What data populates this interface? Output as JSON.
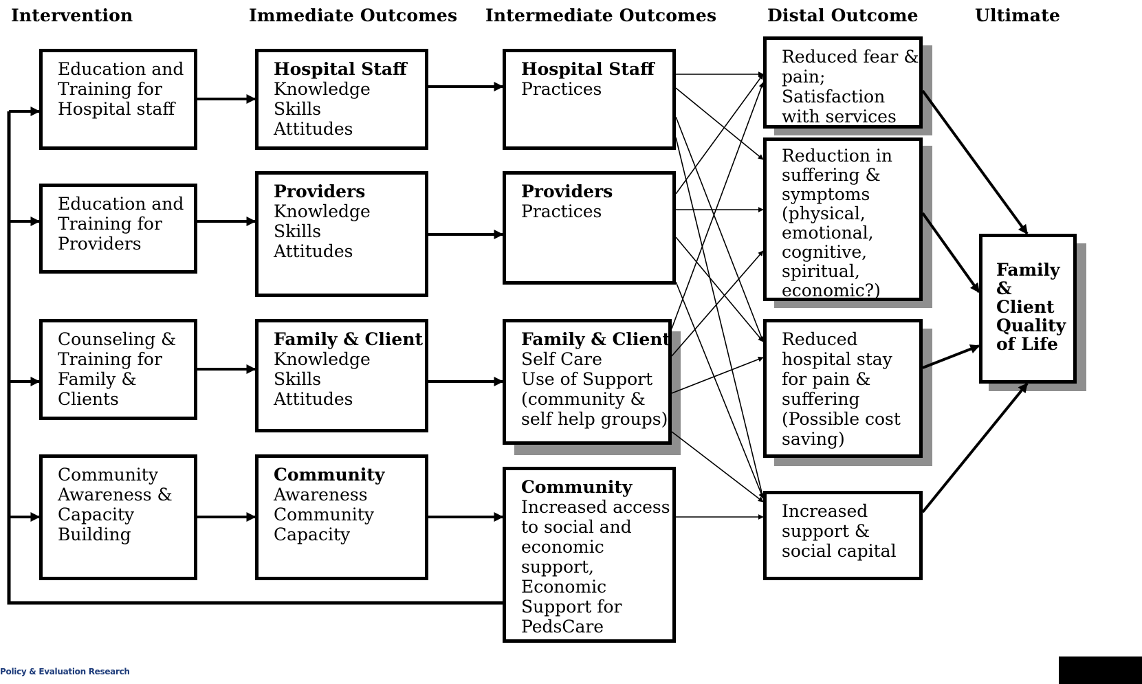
{
  "headers": {
    "intervention": "Intervention",
    "immediate": "Immediate Outcomes",
    "intermediate": "Intermediate Outcomes",
    "distal": "Distal Outcome",
    "ultimate": "Ultimate"
  },
  "intervention": {
    "hospital": [
      "Education and",
      "Training for",
      "Hospital staff"
    ],
    "providers": [
      "Education and",
      "Training for",
      "Providers"
    ],
    "family": [
      "Counseling &",
      "Training for",
      "Family &",
      "Clients"
    ],
    "community": [
      "Community",
      "Awareness &",
      "Capacity",
      "Building"
    ]
  },
  "immediate": {
    "hospital": {
      "title": "Hospital Staff",
      "lines": [
        "Knowledge",
        "Skills",
        "Attitudes"
      ]
    },
    "providers": {
      "title": "Providers",
      "lines": [
        "Knowledge",
        "Skills",
        "Attitudes"
      ]
    },
    "family": {
      "title": "Family & Client",
      "lines": [
        "Knowledge",
        "Skills",
        "Attitudes"
      ]
    },
    "community": {
      "title": "Community",
      "lines": [
        "Awareness",
        "Community",
        "Capacity"
      ]
    }
  },
  "intermediate": {
    "hospital": {
      "title": "Hospital Staff",
      "lines": [
        "Practices"
      ]
    },
    "providers": {
      "title": "Providers",
      "lines": [
        "Practices"
      ]
    },
    "family": {
      "title": "Family & Client",
      "lines": [
        "Self Care",
        "Use of Support",
        "(community &",
        "self help groups)"
      ]
    },
    "community": {
      "title": "Community",
      "lines": [
        "Increased access",
        "to social and",
        "economic",
        "support,",
        "Economic",
        "Support for",
        "PedsCare"
      ]
    }
  },
  "distal": {
    "fear": [
      "Reduced fear &",
      "pain;",
      "Satisfaction",
      "with services"
    ],
    "suffering": [
      "Reduction in",
      "suffering &",
      "symptoms",
      "(physical,",
      "emotional,",
      "cognitive,",
      "spiritual,",
      "economic?)"
    ],
    "stay": [
      "Reduced",
      "hospital stay",
      "for pain &",
      "suffering",
      "(Possible cost",
      "saving)"
    ],
    "support": [
      "Increased",
      "support &",
      "social capital"
    ]
  },
  "ultimate": [
    "Family",
    "&",
    "Client",
    "Quality",
    "of Life"
  ],
  "footer": {
    "text": "Policy & Evaluation Research"
  }
}
